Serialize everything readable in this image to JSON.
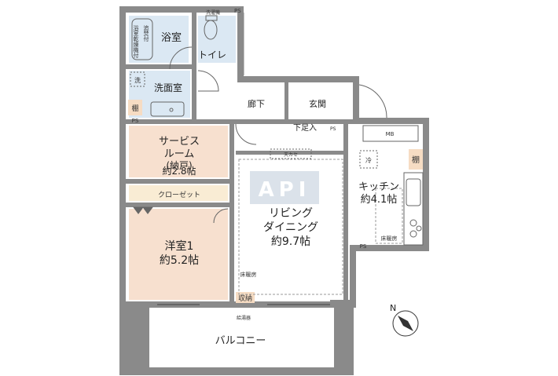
{
  "rooms": {
    "bath": "浴室",
    "bath_dryer": "浴室乾燥機付",
    "reheat": "追焚付",
    "toilet": "トイレ",
    "washroom": "洗面室",
    "washer": "洗",
    "shelf_wash": "棚",
    "ps_left": "PS",
    "corridor": "廊下",
    "entrance": "玄関",
    "shoe_box": "下足入",
    "ps_small": "PS",
    "service_room_line1": "サービス",
    "service_room_line2": "ルーム",
    "service_room_line3": "(納戸)",
    "service_room_size": "約2.8帖",
    "closet": "クローゼット",
    "western_room": "洋室1",
    "western_room_size": "約5.2帖",
    "living_line1": "リビング",
    "living_line2": "ダイニング",
    "living_size": "約9.7帖",
    "kitchen": "キッチン",
    "kitchen_size": "約4.1帖",
    "shelf_kitchen": "棚",
    "fridge": "冷",
    "floor_heating_lr": "床暖房",
    "floor_heating_kitchen": "床暖房",
    "storage": "収納",
    "balcony": "バルコニー",
    "ps_kitchen": "PS",
    "ps_top": "PS",
    "mb": "MB",
    "sink_label": "洗濯機",
    "water_heater": "給湯器",
    "hood": "天カセ"
  },
  "watermark": "API",
  "compass": "N",
  "colors": {
    "wall": "#8a8a8a",
    "wet_floor": "#dbe8f3",
    "room_floor": "#f7e0cf",
    "closet_floor": "#f9ecd4",
    "shelf": "#f6dcc3",
    "watermark": "#cfd8e3"
  }
}
